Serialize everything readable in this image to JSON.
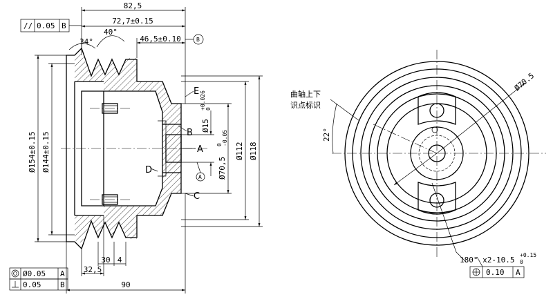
{
  "dimensions": {
    "overall_width": "82,5",
    "inner_width": "72,7±0.15",
    "right_width": "46,5±0.10",
    "groove_angle_left": "34°",
    "groove_angle_right": "40°",
    "dia_154": "Ø154±0.15",
    "dia_144": "Ø144±0.15",
    "dia_15": "Ø15",
    "dia_15_tol": "+0.026",
    "dia_15_tol_low": "0",
    "dia_70": "Ø70,5",
    "dia_70_tol": "-0.05",
    "dia_70_tol_up": "0",
    "dia_112": "Ø112",
    "dia_118": "Ø118",
    "bottom_32": "32,5",
    "bottom_30": "30",
    "bottom_4": "4",
    "bottom_90": "90",
    "dia_70_5_right": "Ø70.5",
    "angle_22": "22°",
    "slot_note": "180° x2-10.5",
    "slot_tol_up": "+0.15",
    "slot_tol_low": "0"
  },
  "labels": {
    "E": "E",
    "B": "B",
    "A": "A",
    "D": "D",
    "C": "C",
    "datum_A": "A",
    "datum_B": "B",
    "section_mark": "B"
  },
  "tolerance_frames": {
    "parallel": {
      "symbol": "//",
      "value": "0.05",
      "datum": "B"
    },
    "coaxial": {
      "symbol": "◎",
      "value": "Ø0.05",
      "datum": "A"
    },
    "perpendicular": {
      "symbol": "⊥",
      "value": "0.05",
      "datum": "B"
    },
    "position": {
      "symbol": "⊕",
      "value": "0.10",
      "datum": "A"
    }
  },
  "notes": {
    "crank_mark_line1": "曲轴上下",
    "crank_mark_line2": "识点标识"
  }
}
